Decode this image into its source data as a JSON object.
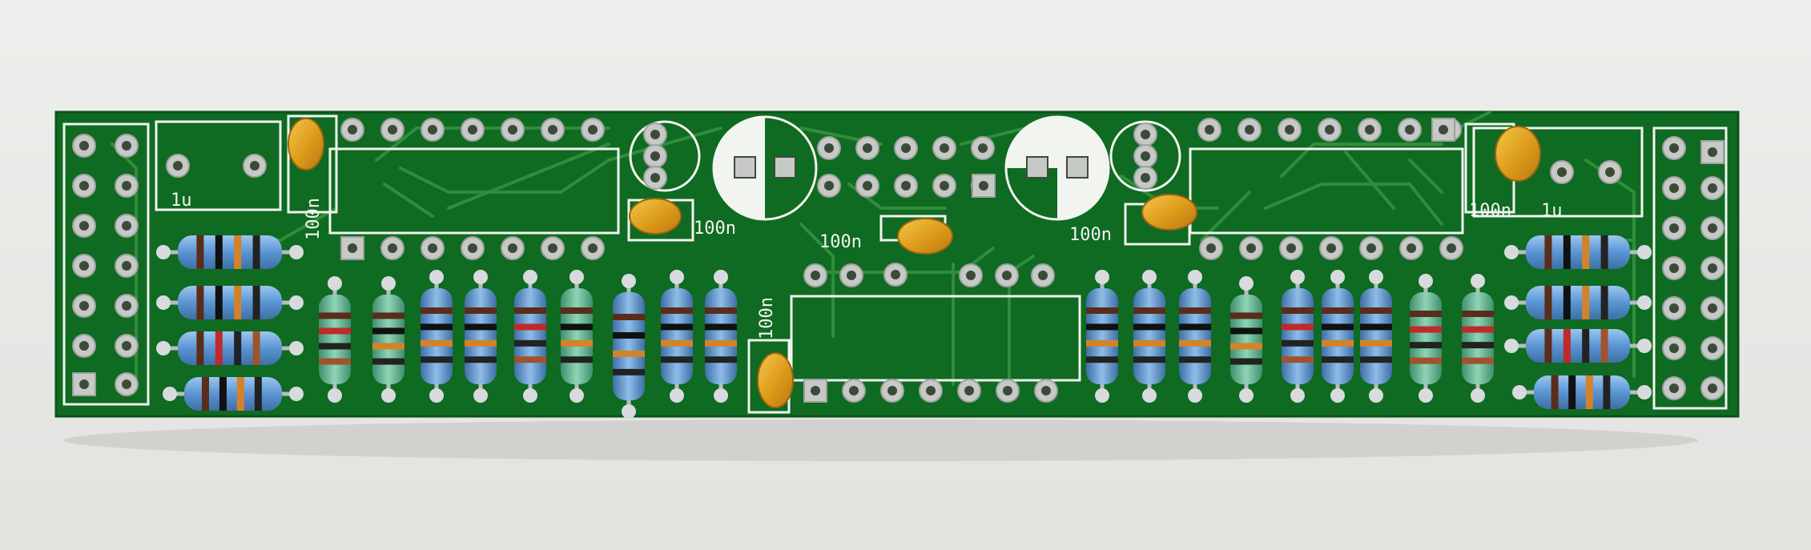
{
  "colors": {
    "background": "#e9e9e7",
    "board": "#0f6a22",
    "trace": "#2f8e3b",
    "silkscreen": "#f2f4ef",
    "pad": "#c9ccc9",
    "capacitor": "#e2a21c",
    "resistor_blue": "#5d9ad6",
    "resistor_green": "#6fbf9f"
  },
  "silk_labels": {
    "c_1u_left": "1u",
    "c_100n_left_vertical": "100n",
    "c_100n_a": "100n",
    "c_100n_b": "100n",
    "c_100n_c": "100n",
    "c_100n_mid_vertical": "100n",
    "c_100n_right": "100n",
    "c_1u_right": "1u"
  },
  "icons": {
    "header": "pin-header-icon",
    "resistor": "resistor-icon",
    "capacitor": "ceramic-capacitor-icon",
    "electrolytic": "electrolytic-capacitor-footprint-icon",
    "regulator": "voltage-regulator-footprint-icon"
  }
}
